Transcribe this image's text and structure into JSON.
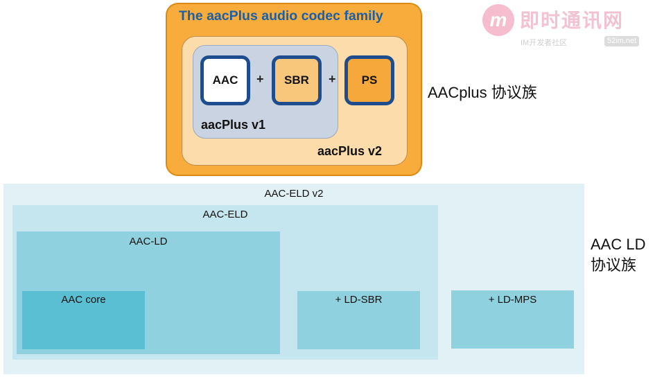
{
  "aacplus": {
    "title": "The aacPlus audio codec family",
    "codecs": [
      "AAC",
      "SBR",
      "PS"
    ],
    "plus": "+",
    "v1_label": "aacPlus v1",
    "v2_label": "aacPlus v2",
    "family_label": "AACplus 协议族",
    "colors": {
      "outer": "#f7ac3b",
      "title": "#1a5fa8",
      "v2": "#fcdcaa",
      "v1": "#c9d3e1",
      "codec_border": "#1d4d8e"
    }
  },
  "aacld": {
    "eld_v2": "AAC-ELD v2",
    "eld": "AAC-ELD",
    "ld": "AAC-LD",
    "core": "AAC core",
    "ld_sbr": "+ LD-SBR",
    "ld_mps": "+ LD-MPS",
    "family_label_lines": [
      "AAC LD",
      "协议族"
    ],
    "colors": {
      "eld_v2": "#e2f1f6",
      "eld": "#c5e6ee",
      "ld": "#8fd1df",
      "core": "#5bbfd3"
    }
  },
  "watermark": {
    "logo_letter": "m",
    "title": "即时通讯网",
    "subtitle": "IM开发者社区",
    "tag": "52im.net"
  }
}
